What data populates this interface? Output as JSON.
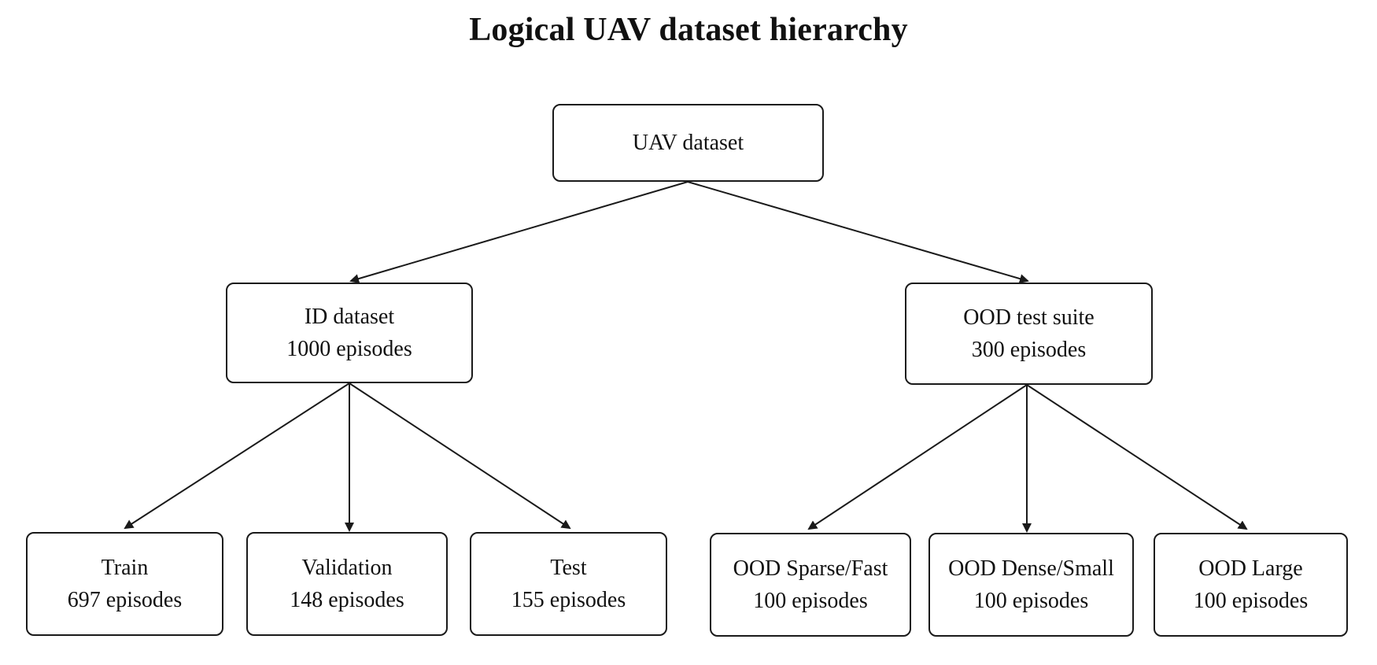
{
  "title": "Logical UAV dataset hierarchy",
  "nodes": {
    "root": {
      "line1": "UAV dataset"
    },
    "id": {
      "line1": "ID dataset",
      "line2": "1000 episodes"
    },
    "ood": {
      "line1": "OOD test suite",
      "line2": "300 episodes"
    },
    "train": {
      "line1": "Train",
      "line2": "697 episodes"
    },
    "val": {
      "line1": "Validation",
      "line2": "148 episodes"
    },
    "test": {
      "line1": "Test",
      "line2": "155 episodes"
    },
    "sparse": {
      "line1": "OOD Sparse/Fast",
      "line2": "100 episodes"
    },
    "dense": {
      "line1": "OOD Dense/Small",
      "line2": "100 episodes"
    },
    "large": {
      "line1": "OOD Large",
      "line2": "100 episodes"
    }
  },
  "colors": {
    "stroke": "#1a1a1a",
    "background": "#ffffff"
  }
}
